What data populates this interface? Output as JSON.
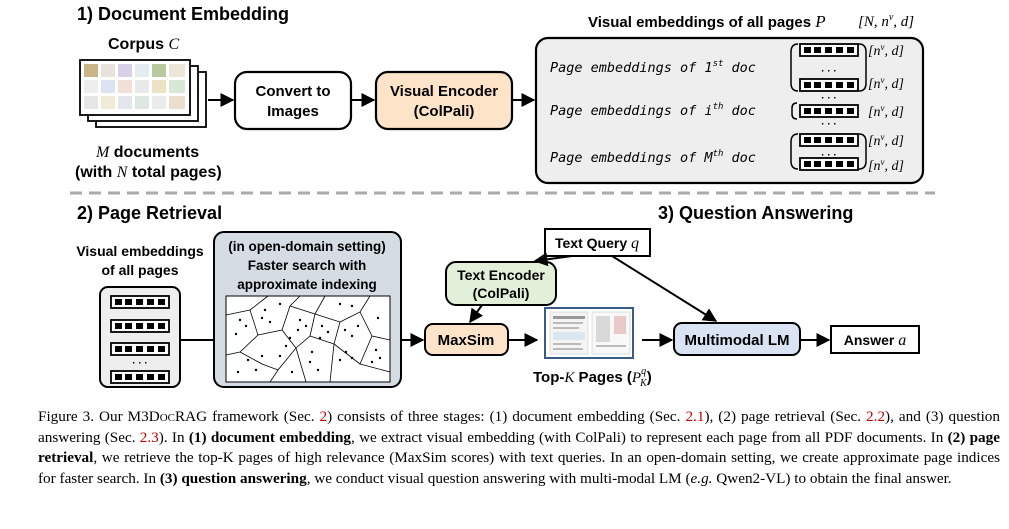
{
  "sections": {
    "embedding": "1) Document Embedding",
    "retrieval": "2) Page Retrieval",
    "qa": "3) Question Answering"
  },
  "corpus": {
    "label": "Corpus",
    "symbol": "C",
    "docs_symbol": "M",
    "docs_text": " documents",
    "pages_prefix": "(with ",
    "pages_symbol": "N",
    "pages_suffix": " total pages)"
  },
  "convert": {
    "line1": "Convert to",
    "line2": "Images"
  },
  "visual_encoder": {
    "line1": "Visual Encoder",
    "line2": "(ColPali)"
  },
  "all_pages_embed": {
    "title": "Visual embeddings of all pages",
    "symbol": "P",
    "shape": "[N, n",
    "shape_sup": "v",
    "shape_end": ", d]"
  },
  "page_rows": [
    {
      "prefix": "Page embeddings of 1",
      "sup": "st",
      "suffix": " doc"
    },
    {
      "prefix": "Page embeddings of i",
      "sup": "th",
      "suffix": " doc"
    },
    {
      "prefix": "Page embeddings of M",
      "sup": "th",
      "suffix": " doc"
    }
  ],
  "emb_shape": {
    "open": "[n",
    "sup": "v",
    "close": ", d]"
  },
  "retrieval_embed": {
    "line1": "Visual embeddings",
    "line2": "of all pages"
  },
  "open_domain": {
    "line1": "(in open-domain setting)",
    "line2": "Faster search with",
    "line3": "approximate indexing"
  },
  "text_query": {
    "label": "Text Query",
    "symbol": "q"
  },
  "text_encoder": {
    "line1": "Text Encoder",
    "line2": "(ColPali)"
  },
  "maxsim": "MaxSim",
  "topk": {
    "prefix": "Top-",
    "k": "K",
    "suffix": " Pages (",
    "p": "P",
    "sup": "q",
    "sub": "K",
    "close": ")"
  },
  "multimodal": "Multimodal LM",
  "answer": {
    "label": "Answer",
    "symbol": "a"
  },
  "ellipsis": "· · ·",
  "caption": {
    "fig_prefix": "Figure 3. Our ",
    "name": "M3DocRAG",
    "p1": " framework (Sec. ",
    "ref_a": "2",
    "p2": ") consists of three stages: (1) document embedding (Sec. ",
    "ref_b": "2.1",
    "p3": "), (2) page retrieval (Sec. ",
    "ref_c": "2.2",
    "p4": "), and (3) question answering (Sec. ",
    "ref_d": "2.3",
    "p5": "). In ",
    "b1": "(1) document embedding",
    "p6": ", we extract visual embedding (with ColPali) to represent each page from all PDF documents. In ",
    "b2": "(2) page retrieval",
    "p7": ", we retrieve the top-K pages of high relevance (MaxSim scores) with text queries. In an open-domain setting, we create approximate page indices for faster search. In ",
    "b3": "(3) question answering",
    "p8": ", we conduct visual question answering with multi-modal LM (",
    "eg": "e.g.",
    "p9": " Qwen2-VL) to obtain the final answer."
  },
  "colors": {
    "encoder_fill": "#fde4c8",
    "text_encoder_fill": "#e2f0d9",
    "maxsim_fill": "#fde4c8",
    "multimodal_fill": "#dae3f3",
    "panel_fill": "#eeeeee",
    "open_domain_fill": "#d6dce4"
  }
}
